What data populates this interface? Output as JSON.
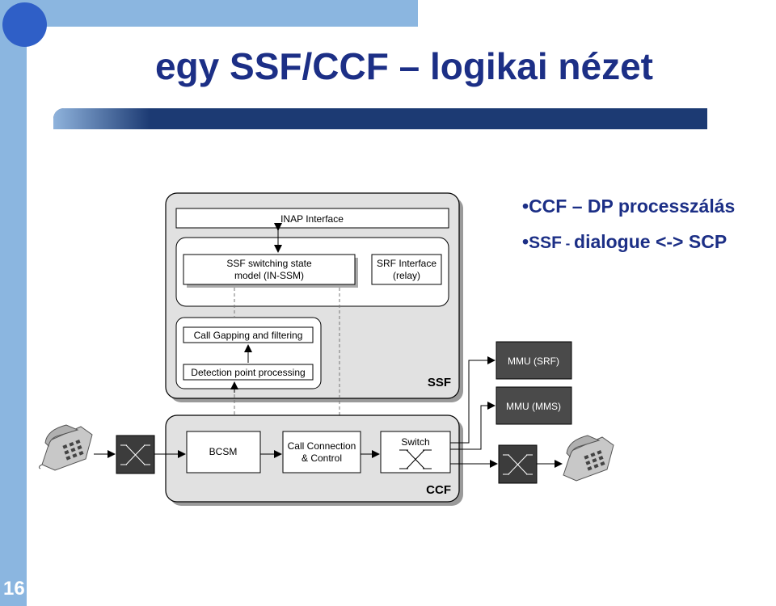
{
  "slide": {
    "title": "egy SSF/CCF – logikai nézet",
    "page_number": "16"
  },
  "bullets": [
    {
      "text": "CCF – DP processzálás",
      "lead": "CCF – DP processzálás"
    },
    {
      "lead": "SSF",
      "dash": " - ",
      "rest": "dialogue <-> SCP"
    }
  ],
  "diagram": {
    "inap": "INAP Interface",
    "ssf_state_1": "SSF switching state",
    "ssf_state_2": "model (IN-SSM)",
    "srf_if_1": "SRF Interface",
    "srf_if_2": "(relay)",
    "call_gapping": "Call Gapping and filtering",
    "detection": "Detection point processing",
    "ssf": "SSF",
    "mmu_srf": "MMU (SRF)",
    "mmu_mms": "MMU (MMS)",
    "bcsm": "BCSM",
    "ccc_1": "Call Connection",
    "ccc_2": "& Control",
    "switch": "Switch",
    "ccf": "CCF"
  },
  "colors": {
    "accent": "#1c2f86",
    "side_bar": "#8bb6e0",
    "box_fill": "#e1e1e1",
    "mmu_fill": "#4a4a4a"
  }
}
